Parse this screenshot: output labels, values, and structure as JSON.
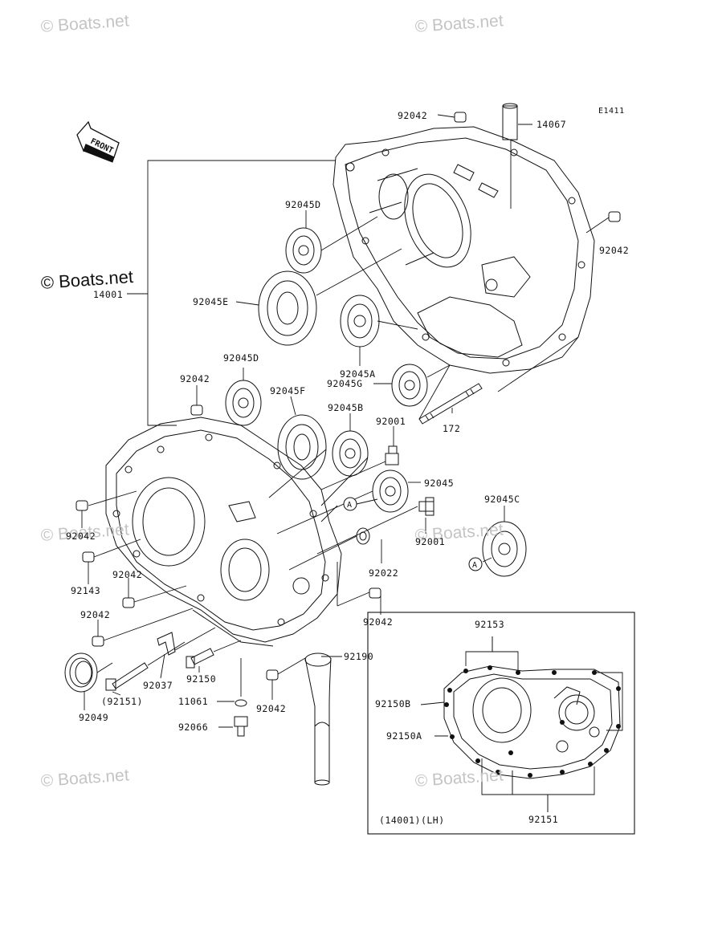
{
  "watermarks": [
    "© Boats.net",
    "© Boats.net",
    "© Boats.net",
    "© Boats.net",
    "© Boats.net",
    "© Boats.net",
    "© Boats.net"
  ],
  "figure_code": "E1411",
  "front_arrow": {
    "text": "FRONT"
  },
  "labels": {
    "p92042_top": "92042",
    "p14067": "14067",
    "p92042_right": "92042",
    "p92045D_top": "92045D",
    "p14001": "14001",
    "p92045E": "92045E",
    "p92045A": "92045A",
    "p92045G": "92045G",
    "p172": "172",
    "p92045D_mid": "92045D",
    "p92042_mid": "92042",
    "p92045F": "92045F",
    "p92045B": "92045B",
    "p92001_top": "92001",
    "p92045": "92045",
    "p92045C": "92045C",
    "p92001_right": "92001",
    "p92042_left": "92042",
    "p92143": "92143",
    "p92042_l2": "92042",
    "p92022": "92022",
    "p92042_l3": "92042",
    "p92042_br": "92042",
    "p92153": "92153",
    "p92190": "92190",
    "p92150": "92150",
    "p92037": "92037",
    "p92151_paren": "(92151)",
    "p92049": "92049",
    "p11061": "11061",
    "p92042_bot": "92042",
    "p92066": "92066",
    "p92150B": "92150B",
    "p92150A": "92150A",
    "p92151": "92151",
    "p14001LH": "(14001)(LH)"
  },
  "markers": {
    "a1": "A",
    "a2": "A"
  }
}
